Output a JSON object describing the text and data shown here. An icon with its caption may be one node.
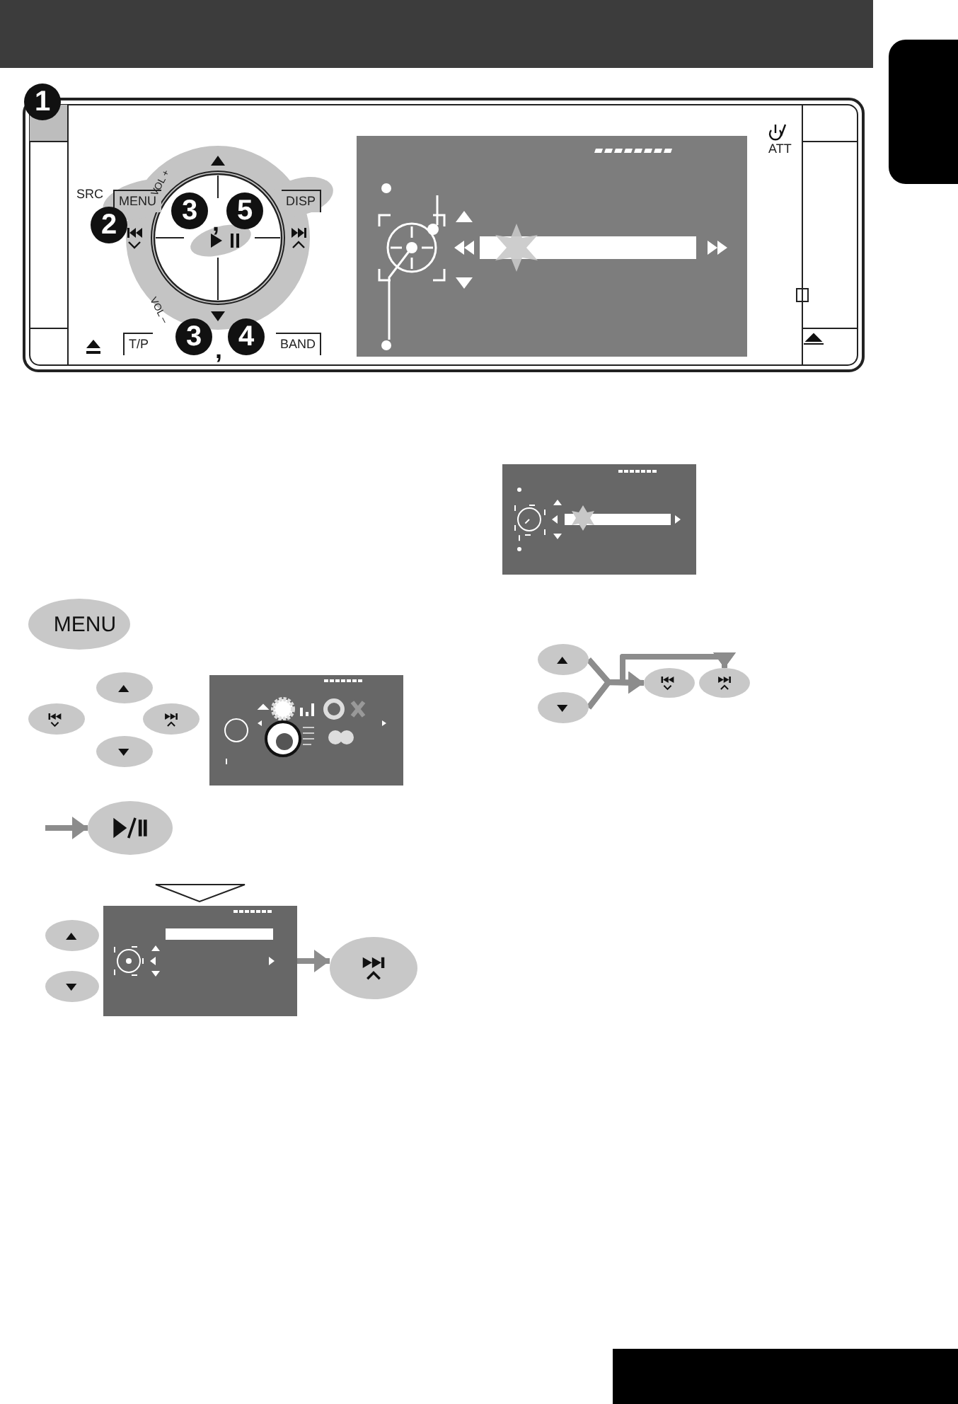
{
  "diagram": {
    "nodes": [
      {
        "text": [],
        "shape": "box"
      },
      {
        "text": [],
        "shape": "button"
      },
      {
        "text": [],
        "shape": "button"
      },
      {
        "text": [],
        "shape": "button"
      },
      {
        "text": [],
        "shape": "button"
      },
      {
        "text": [],
        "shape": "button"
      },
      {
        "text": [],
        "shape": "button"
      },
      {
        "text": [],
        "shape": "button"
      },
      {
        "text": [],
        "shape": "box"
      },
      {
        "text": [],
        "shape": "button"
      },
      {
        "text": [],
        "shape": "button"
      },
      {
        "text": [],
        "shape": "button"
      },
      {
        "text": [],
        "shape": "button"
      },
      {
        "text": [],
        "shape": "button"
      }
    ],
    "edges": [
      {
        "from": null,
        "to": 5,
        "arrow": "to"
      },
      {
        "from": 8,
        "to": 9,
        "arrow": "to"
      },
      {
        "from": 10,
        "to": 12,
        "arrow": "to"
      },
      {
        "from": 10,
        "to": 13,
        "arrow": "to"
      },
      {
        "from": 11,
        "to": 12,
        "arrow": "to"
      },
      {
        "from": 11,
        "to": 13,
        "arrow": "to"
      }
    ],
    "labels": [
      "1",
      "SRC",
      "MENU",
      "2",
      "DISP",
      "VOL +",
      "3",
      ",",
      "5",
      "VOL –",
      "T/P",
      "3",
      ",",
      "4",
      "BAND",
      "ATT",
      "MENU"
    ]
  }
}
